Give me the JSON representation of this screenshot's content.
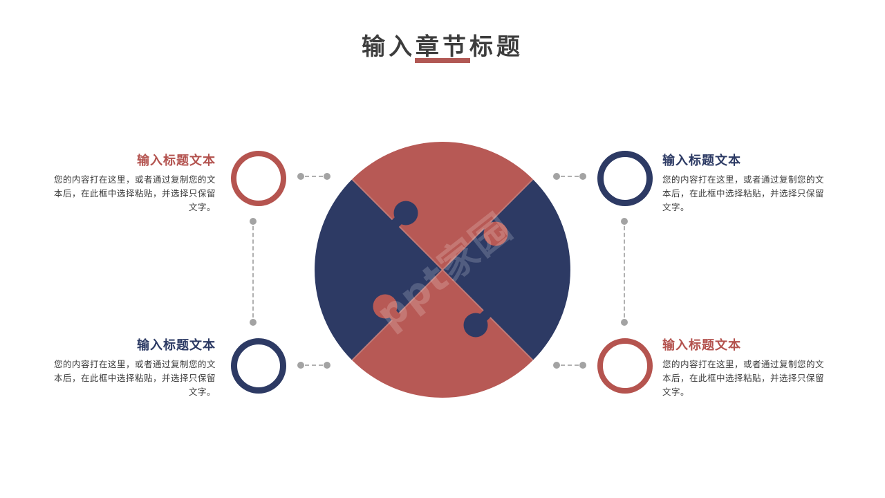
{
  "slide": {
    "title": "输入章节标题",
    "watermark": "ppt家园"
  },
  "colors": {
    "red_accent": "#b5544f",
    "navy_accent": "#2d3a64",
    "title_text": "#3d3d3d",
    "body_text": "#3c3c3c",
    "underline": "#b15854",
    "connector_gray": "#a3a3a3"
  },
  "blocks": {
    "top_left": {
      "title": "输入标题文本",
      "body": "您的内容打在这里，或者通过复制您的文本后，在此框中选择粘贴，并选择只保留文字。",
      "accent": "red"
    },
    "top_right": {
      "title": "输入标题文本",
      "body": "您的内容打在这里，或者通过复制您的文本后，在此框中选择粘贴，并选择只保留文字。",
      "accent": "navy"
    },
    "bottom_left": {
      "title": "输入标题文本",
      "body": "您的内容打在这里，或者通过复制您的文本后，在此框中选择粘贴，并选择只保留文字。",
      "accent": "navy"
    },
    "bottom_right": {
      "title": "输入标题文本",
      "body": "您的内容打在这里，或者通过复制您的文本后，在此框中选择粘贴，并选择只保留文字。",
      "accent": "red"
    }
  },
  "puzzle": {
    "type": "4-piece circular jigsaw",
    "pieces": [
      {
        "position": "top",
        "color": "red"
      },
      {
        "position": "right",
        "color": "navy"
      },
      {
        "position": "bottom",
        "color": "red"
      },
      {
        "position": "left",
        "color": "navy"
      }
    ]
  }
}
